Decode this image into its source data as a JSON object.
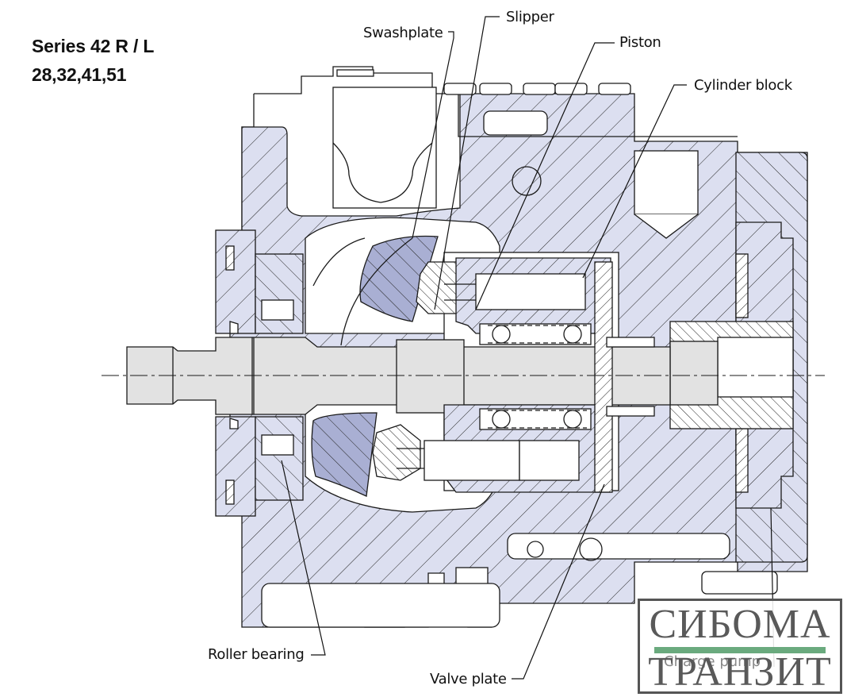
{
  "title": {
    "line1": "Series 42   R / L",
    "line2": "28,32,41,51"
  },
  "labels": {
    "swashplate": "Swashplate",
    "slipper": "Slipper",
    "piston": "Piston",
    "cylinder_block": "Cylinder block",
    "roller_bearing": "Roller bearing",
    "valve_plate": "Valve plate",
    "charge_pump": "Charge pump"
  },
  "watermark": {
    "line1": "СИБОМА",
    "line2": "ТРАНЗИТ",
    "bar_color": "#6aaa7e",
    "text_color": "#595959"
  },
  "colors": {
    "section_fill": "#dcdff0",
    "swashplate_fill": "#a9afd3",
    "shaft_fill": "#e2e2e2",
    "line": "#1a1a1a"
  }
}
